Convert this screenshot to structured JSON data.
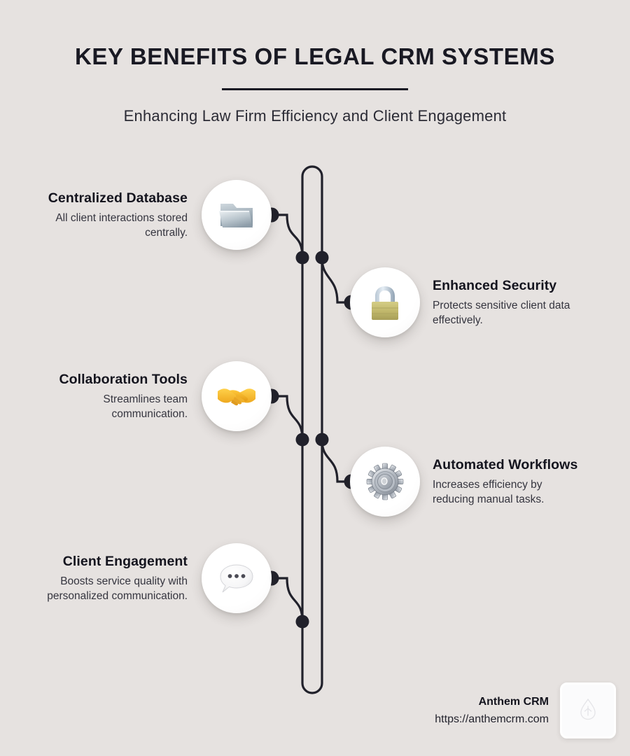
{
  "header": {
    "title": "Key Benefits of Legal CRM Systems",
    "subtitle": "Enhancing Law Firm Efficiency and Client Engagement"
  },
  "benefits": [
    {
      "title": "Centralized Database",
      "description": "All client interactions stored centrally.",
      "icon": "folder-icon",
      "side": "left"
    },
    {
      "title": "Enhanced Security",
      "description": "Protects sensitive client data effectively.",
      "icon": "lock-icon",
      "side": "right"
    },
    {
      "title": "Collaboration Tools",
      "description": "Streamlines team communication.",
      "icon": "handshake-icon",
      "side": "left"
    },
    {
      "title": "Automated Workflows",
      "description": "Increases efficiency by reducing manual tasks.",
      "icon": "gear-icon",
      "side": "right"
    },
    {
      "title": "Client Engagement",
      "description": "Boosts service quality with personalized communication.",
      "icon": "speech-bubble-icon",
      "side": "left"
    }
  ],
  "footer": {
    "brand": "Anthem CRM",
    "url": "https://anthemcrm.com",
    "logo": "anthem-logo"
  },
  "colors": {
    "background": "#e6e2e0",
    "ink": "#191923",
    "connector": "#21212b",
    "bubble": "#ffffff"
  }
}
